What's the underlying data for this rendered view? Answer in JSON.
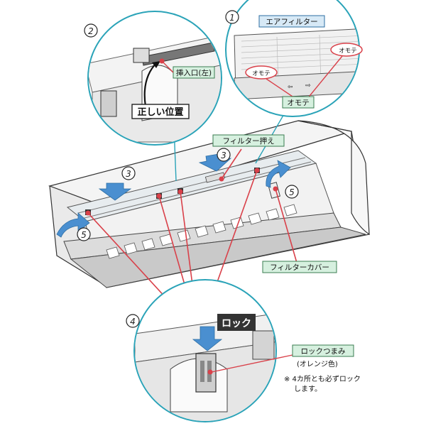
{
  "labels": {
    "air_filter": "エアフィルター",
    "omote_front": "オモテ",
    "omote_tag": "オモテ",
    "insert_left": "挿入口(左)",
    "correct_position": "正しい位置",
    "filter_holder": "フィルター押え",
    "filter_cover": "フィルターカバー",
    "lock": "ロック",
    "lock_knob": "ロックつまみ",
    "orange": "(オレンジ色)",
    "note_line1": "※ 4カ所とも必ずロック",
    "note_line2": "します。"
  },
  "steps": {
    "s1": "1",
    "s2": "2",
    "s3a": "3",
    "s3b": "3",
    "s4": "4",
    "s5a": "5",
    "s5b": "5"
  },
  "colors": {
    "arrow_blue": "#4a8fd0",
    "circle_teal": "#2aa3b8",
    "leader_red": "#d9414a",
    "label_green": "#d6f0df",
    "label_blue": "#d7e9f6"
  }
}
